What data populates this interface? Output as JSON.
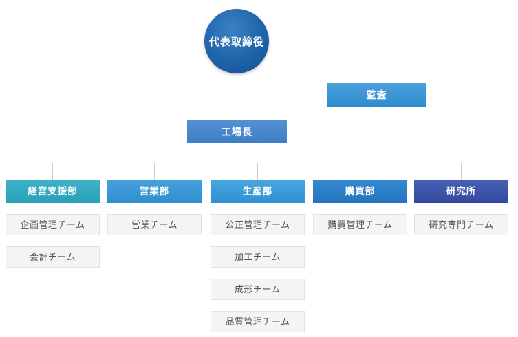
{
  "org_chart": {
    "root": {
      "label": "代表取締役"
    },
    "audit": {
      "label": "監査"
    },
    "factory_manager": {
      "label": "工場長"
    },
    "departments": [
      {
        "label": "経営支援部",
        "color": "#2fa6bd",
        "teams": [
          "企画管理チーム",
          "会計チーム"
        ]
      },
      {
        "label": "営業部",
        "color": "#3a97d4",
        "teams": [
          "営業チーム"
        ]
      },
      {
        "label": "生産部",
        "color": "#3a9ad8",
        "teams": [
          "公正管理チーム",
          "加工チーム",
          "成形チーム",
          "品質管理チーム"
        ]
      },
      {
        "label": "購買部",
        "color": "#2c7fc8",
        "teams": [
          "購買管理チーム"
        ]
      },
      {
        "label": "研究所",
        "color": "#3b51a8",
        "teams": [
          "研究専門チーム"
        ]
      }
    ],
    "colors": {
      "root_circle": "#1f63a9",
      "connector_line": "#cccccc",
      "team_background": "#f4f4f4",
      "team_text": "#555555"
    }
  }
}
